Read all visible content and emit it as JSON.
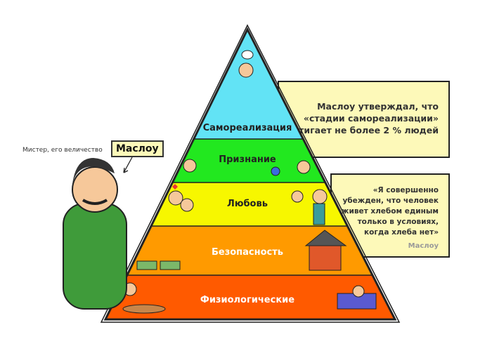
{
  "pyramid": {
    "levels": [
      {
        "label": "Самореализация",
        "color": "#62e3f5"
      },
      {
        "label": "Признание",
        "color": "#22e81f"
      },
      {
        "label": "Любовь",
        "color": "#f7f700"
      },
      {
        "label": "Безопасность",
        "color": "#ff9a00"
      },
      {
        "label": "Физиологические",
        "color": "#ff5a00"
      }
    ]
  },
  "callout_top": {
    "text": "Маслоу утверждал, что «стадии самореализации» достигает не более 2 % людей"
  },
  "quote": {
    "text": "«Я совершенно убежден, что человек живет хлебом единым только в условиях, когда хлеба нет»",
    "author": "Маслоу"
  },
  "caption": {
    "prefix": "Мистер, его величество",
    "name": "Маслоу"
  }
}
